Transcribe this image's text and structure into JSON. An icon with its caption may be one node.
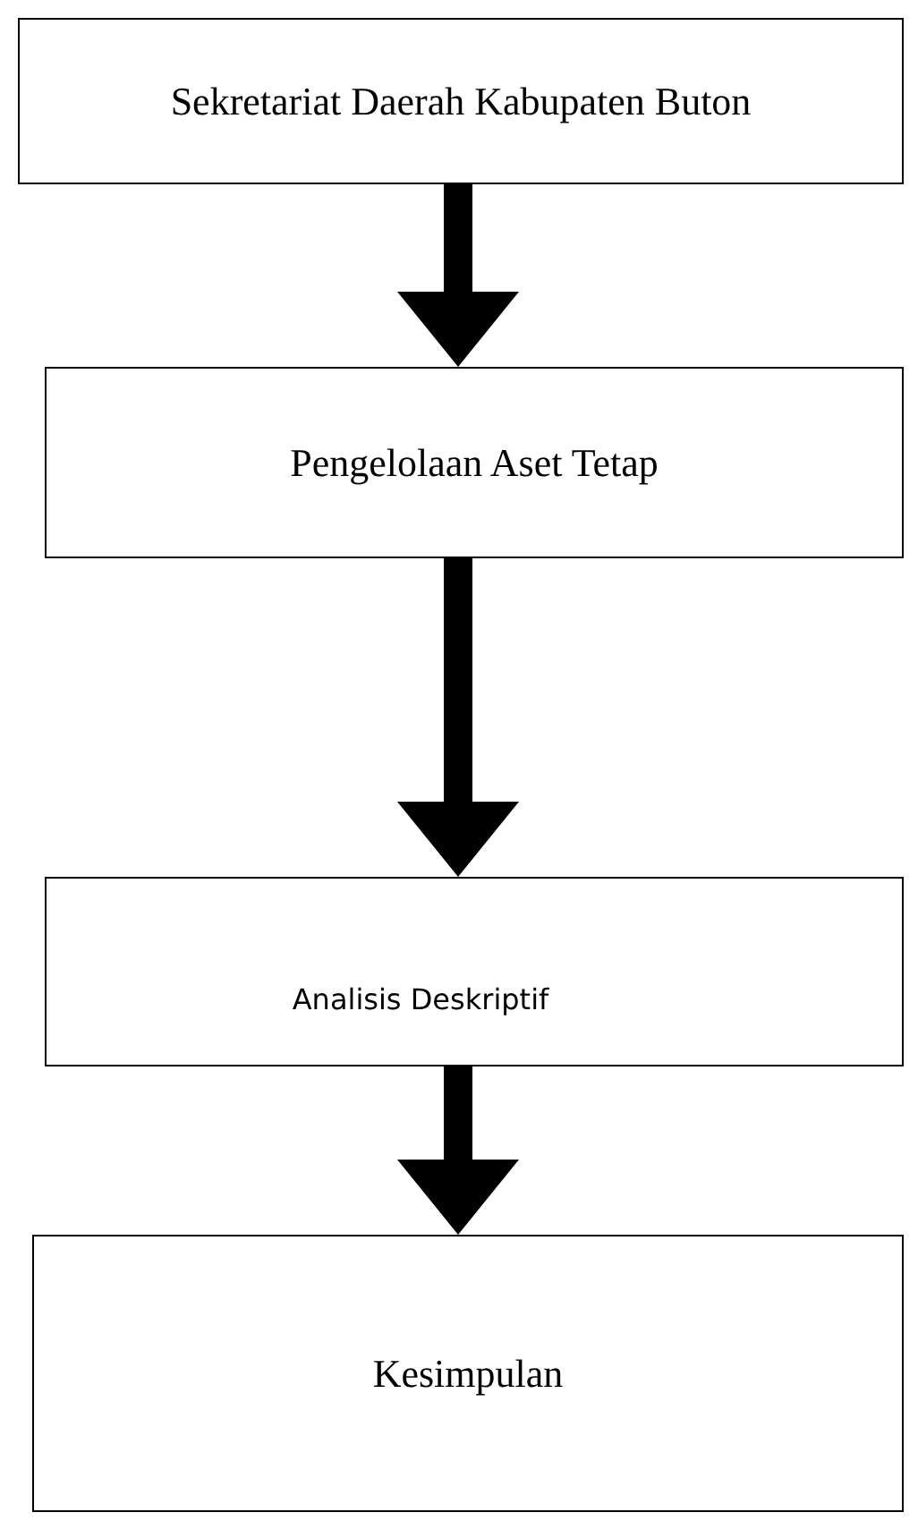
{
  "diagram": {
    "nodes": [
      {
        "text": [
          "Sekretariat Daerah Kabupaten Buton"
        ]
      },
      {
        "text": [
          "Pengelolaan Aset Tetap"
        ]
      },
      {
        "text": [
          "Analisis Deskriptif"
        ]
      },
      {
        "text": [
          "Kesimpulan"
        ]
      }
    ],
    "edges": [
      {
        "from": 0,
        "to": 1,
        "arrow": "to"
      },
      {
        "from": 1,
        "to": 2,
        "arrow": "to"
      },
      {
        "from": 2,
        "to": 3,
        "arrow": "to"
      }
    ]
  }
}
